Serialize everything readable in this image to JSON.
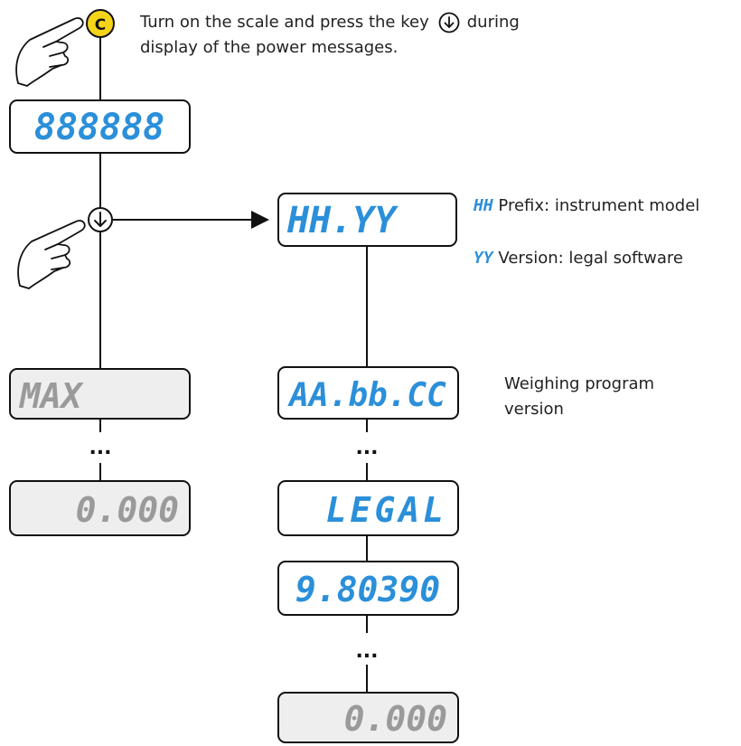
{
  "instruction": {
    "line1_before": "Turn on the scale and press the key",
    "line1_after": "during",
    "line2": "display of the power messages."
  },
  "keys": {
    "c_key": "C"
  },
  "displays": {
    "all_segments": "888888",
    "model_version": "HH.YY",
    "max": "MAX",
    "zero_left": "0.000",
    "program_version": "AA.bb.CC",
    "legal": "LEGAL",
    "gravity": "9.80390",
    "zero_right": "0.000"
  },
  "legend": {
    "hh_code": "HH",
    "hh_text": "Prefix: instrument model",
    "yy_code": "YY",
    "yy_text": "Version: legal software"
  },
  "notes": {
    "weighing_line1": "Weighing program",
    "weighing_line2": "version"
  },
  "ellipsis": "...",
  "colors": {
    "active_digit": "#2b8fd9",
    "inactive_digit": "#9a9a9a",
    "active_bg": "#ffffff",
    "inactive_bg": "#eeeeee",
    "c_key_fill": "#f5d318",
    "line": "#111111"
  }
}
